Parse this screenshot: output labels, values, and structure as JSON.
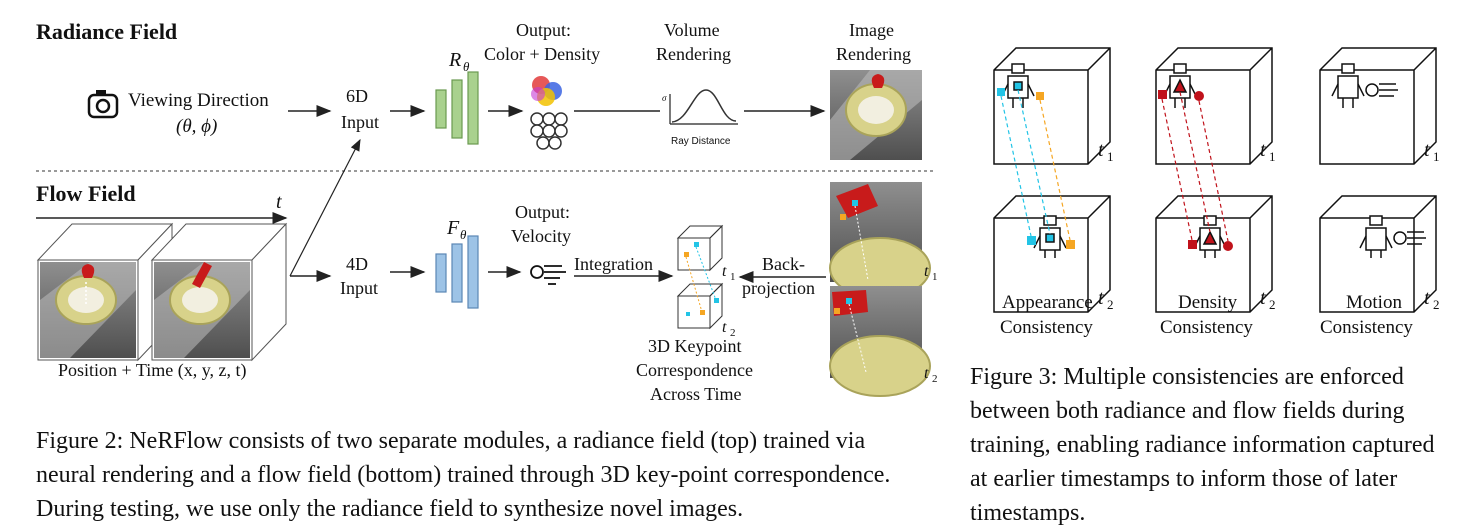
{
  "figure2": {
    "radiance": {
      "heading": "Radiance Field",
      "viewing_direction": "Viewing Direction",
      "viewing_params": "(θ, ϕ)",
      "input_6d_a": "6D",
      "input_6d_b": "Input",
      "network": "R",
      "network_sub": "θ",
      "output_a": "Output:",
      "output_b": "Color + Density",
      "volume_a": "Volume",
      "volume_b": "Rendering",
      "image_a": "Image",
      "image_b": "Rendering",
      "plot_sigma": "σ",
      "plot_xlabel": "Ray Distance"
    },
    "flow": {
      "heading": "Flow Field",
      "time_axis": "t",
      "position_time": "Position + Time (x, y, z, t)",
      "input_4d_a": "4D",
      "input_4d_b": "Input",
      "network": "F",
      "network_sub": "θ",
      "output_a": "Output:",
      "output_b": "Velocity",
      "integration": "Integration",
      "backprojection_a": "Back-",
      "backprojection_b": "projection",
      "keypoint_a": "3D Keypoint",
      "keypoint_b": "Correspondence",
      "keypoint_c": "Across Time",
      "t1": "t",
      "t1_sub": "1",
      "t2": "t",
      "t2_sub": "2"
    },
    "caption_line1": "Figure 2: NeRFlow consists of two separate modules, a radiance field (top) trained via",
    "caption_line2": "neural rendering and a flow field (bottom) trained through 3D key-point correspondence.",
    "caption_line3": "During testing, we use only the radiance field to synthesize novel images."
  },
  "figure3": {
    "t_label": "t",
    "t1_sub": "1",
    "t2_sub": "2",
    "col1_a": "Appearance",
    "col1_b": "Consistency",
    "col2_a": "Density",
    "col2_b": "Consistency",
    "col3_a": "Motion",
    "col3_b": "Consistency",
    "caption_line1": "Figure 3: Multiple consistencies are enforced",
    "caption_line2": "between both radiance and flow fields during",
    "caption_line3": "training, enabling radiance information captured",
    "caption_line4": "at earlier timestamps to inform those of later",
    "caption_line5": "timestamps."
  },
  "colors": {
    "green_net": "#a9d18e",
    "blue_net": "#9dc3e6",
    "cyan": "#22c4e6",
    "orange": "#f5a623",
    "red": "#c0121b"
  }
}
